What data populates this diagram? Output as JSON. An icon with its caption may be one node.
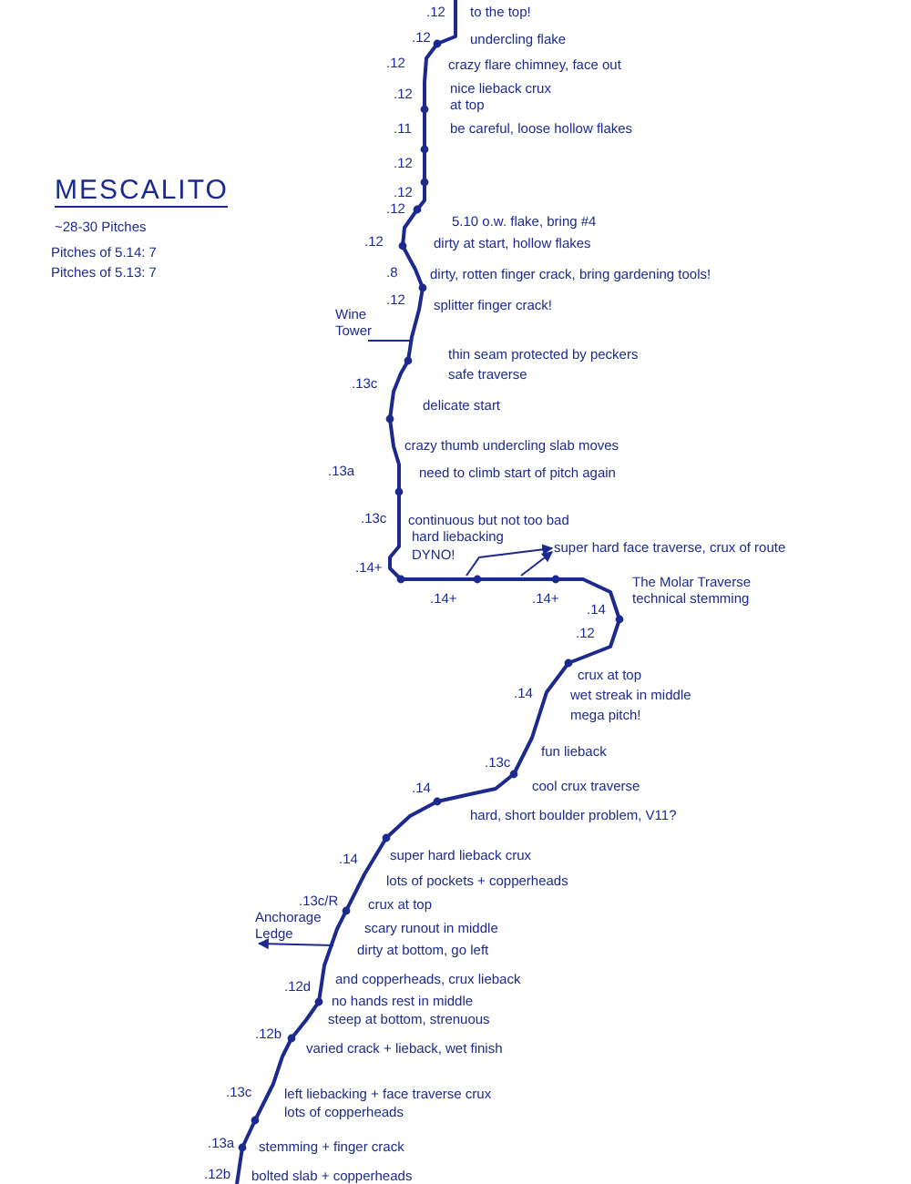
{
  "diagram": {
    "title": "MESCALITO",
    "nodes": [
      {
        "text": [
          "Wine Tower"
        ]
      },
      {
        "text": [
          "Anchorage Ledge"
        ]
      },
      {
        "text": [
          "super hard face traverse, crux of route"
        ]
      }
    ],
    "edges": [
      {
        "from": 0,
        "to": null,
        "arrow": "none"
      },
      {
        "from": null,
        "to": 1,
        "arrow": "to"
      },
      {
        "from": null,
        "to": 2,
        "arrow": "to"
      },
      {
        "from": null,
        "to": 2,
        "arrow": "to"
      }
    ],
    "labels": [
      "~28-30 Pitches",
      "Pitches of 5.14: 7",
      "Pitches of 5.13: 7",
      ".12",
      "to the top!",
      ".12",
      "undercling flake",
      ".12",
      "crazy flare chimney, face out",
      ".12",
      "nice lieback crux at top",
      ".11",
      "be careful, loose hollow flakes",
      ".12",
      ".12",
      ".12",
      "5.10 o.w. flake, bring #4",
      ".12",
      "dirty at start, hollow flakes",
      ".8",
      "dirty, rotten finger crack, bring gardening tools!",
      ".12",
      "splitter finger crack!",
      "thin seam protected by peckers",
      ".13c",
      "safe traverse",
      "delicate start",
      "crazy thumb undercling slab moves",
      ".13a",
      "need to climb start of pitch again",
      ".13c",
      "continuous but not too bad",
      "hard liebacking",
      ".14+",
      "DYNO!",
      ".14+",
      ".14+",
      ".14",
      "The Molar Traverse technical stemming",
      ".12",
      "crux at top",
      ".14",
      "wet streak in middle",
      "mega pitch!",
      "fun lieback",
      ".13c",
      ".14",
      "cool crux traverse",
      "hard, short boulder problem, V11?",
      ".14",
      "super hard lieback crux",
      "lots of pockets + copperheads",
      ".13c/R",
      "crux at top",
      "scary runout in middle",
      "dirty at bottom, go left",
      ".12d",
      "and copperheads, crux lieback",
      "no hands rest in middle",
      "steep at bottom, strenuous",
      ".12b",
      "varied crack + lieback, wet finish",
      ".13c",
      "left liebacking + face traverse crux",
      "lots of copperheads",
      ".13a",
      "stemming + finger crack",
      ".12b",
      "bolted slab + copperheads"
    ]
  }
}
